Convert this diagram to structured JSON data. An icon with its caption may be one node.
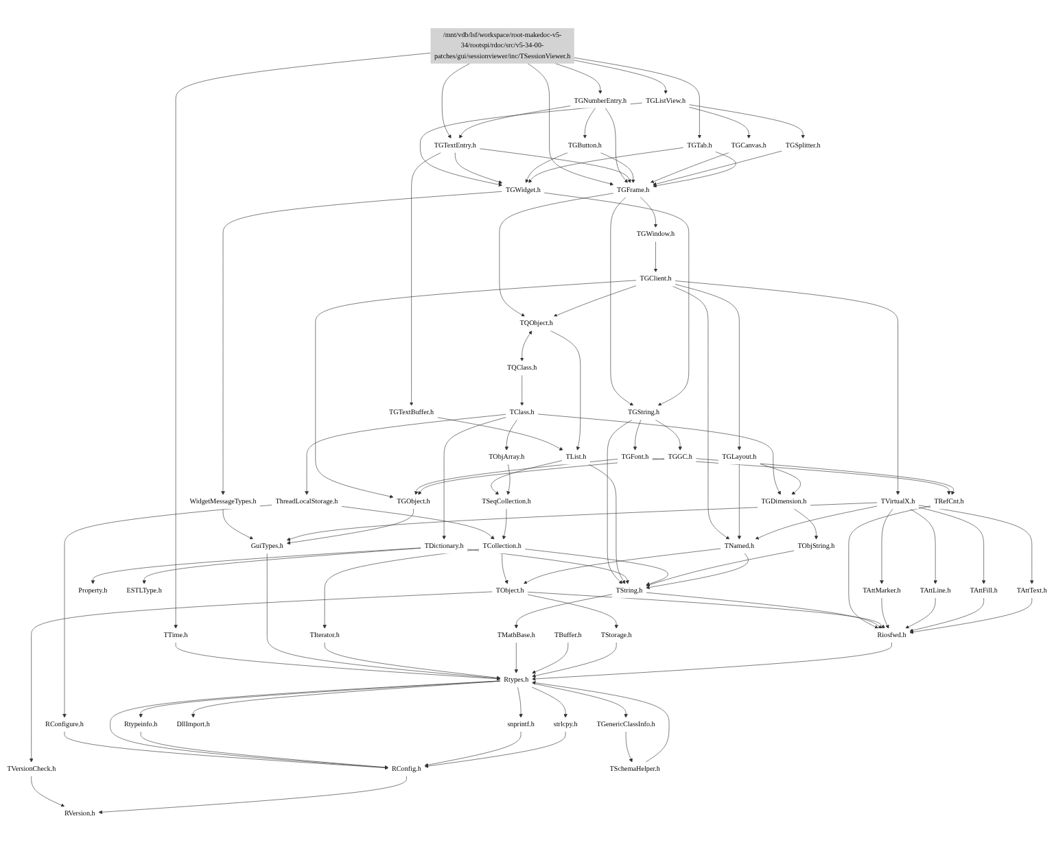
{
  "diagram": {
    "nodes": [
      {
        "text": [
          "/mnt/vdb/lsf/workspace/root-makedoc-v5-34/rootspi/rdoc/src/v5-34-00-patches/gui/sessionviewer/inc/TSessionViewer.h"
        ]
      },
      {
        "text": [
          "TGNumberEntry.h"
        ]
      },
      {
        "text": [
          "TGListView.h"
        ]
      },
      {
        "text": [
          "TGTextEntry.h"
        ]
      },
      {
        "text": [
          "TGButton.h"
        ]
      },
      {
        "text": [
          "TGCanvas.h"
        ]
      },
      {
        "text": [
          "TGSplitter.h"
        ]
      },
      {
        "text": [
          "TGTab.h"
        ]
      },
      {
        "text": [
          "TGFrame.h"
        ]
      },
      {
        "text": [
          "TGWidget.h"
        ]
      },
      {
        "text": [
          "TGTextBuffer.h"
        ]
      },
      {
        "text": [
          "TGWindow.h"
        ]
      },
      {
        "text": [
          "TTime.h"
        ]
      },
      {
        "text": [
          "TGClient.h"
        ]
      },
      {
        "text": [
          "TGString.h"
        ]
      },
      {
        "text": [
          "TQObject.h"
        ]
      },
      {
        "text": [
          "WidgetMessageTypes.h"
        ]
      },
      {
        "text": [
          "TQClass.h"
        ]
      },
      {
        "text": [
          "TClass.h"
        ]
      },
      {
        "text": [
          "TList.h"
        ]
      },
      {
        "text": [
          "TObjArray.h"
        ]
      },
      {
        "text": [
          "ThreadLocalStorage.h"
        ]
      },
      {
        "text": [
          "TGLayout.h"
        ]
      },
      {
        "text": [
          "TGFont.h"
        ]
      },
      {
        "text": [
          "TGGC.h"
        ]
      },
      {
        "text": [
          "TSeqCollection.h"
        ]
      },
      {
        "text": [
          "RConfigure.h"
        ]
      },
      {
        "text": [
          "TDictionary.h"
        ]
      },
      {
        "text": [
          "TGDimension.h"
        ]
      },
      {
        "text": [
          "TVirtualX.h"
        ]
      },
      {
        "text": [
          "TGObject.h"
        ]
      },
      {
        "text": [
          "TRefCnt.h"
        ]
      },
      {
        "text": [
          "TCollection.h"
        ]
      },
      {
        "text": [
          "Property.h"
        ]
      },
      {
        "text": [
          "ESTLType.h"
        ]
      },
      {
        "text": [
          "TObjString.h"
        ]
      },
      {
        "text": [
          "TNamed.h"
        ]
      },
      {
        "text": [
          "GuiTypes.h"
        ]
      },
      {
        "text": [
          "TString.h"
        ]
      },
      {
        "text": [
          "TObject.h"
        ]
      },
      {
        "text": [
          "TAttMarker.h"
        ]
      },
      {
        "text": [
          "TAttLine.h"
        ]
      },
      {
        "text": [
          "TAttFill.h"
        ]
      },
      {
        "text": [
          "TAttText.h"
        ]
      },
      {
        "text": [
          "TIterator.h"
        ]
      },
      {
        "text": [
          "TMathBase.h"
        ]
      },
      {
        "text": [
          "TBuffer.h"
        ]
      },
      {
        "text": [
          "TStorage.h"
        ]
      },
      {
        "text": [
          "Riosfwd.h"
        ]
      },
      {
        "text": [
          "TVersionCheck.h"
        ]
      },
      {
        "text": [
          "Rtypes.h"
        ]
      },
      {
        "text": [
          "Rtypeinfo.h"
        ]
      },
      {
        "text": [
          "snprintf.h"
        ]
      },
      {
        "text": [
          "strlcpy.h"
        ]
      },
      {
        "text": [
          "DllImport.h"
        ]
      },
      {
        "text": [
          "TGenericClassInfo.h"
        ]
      },
      {
        "text": [
          "RConfig.h"
        ]
      },
      {
        "text": [
          "TSchemaHelper.h"
        ]
      },
      {
        "text": [
          "RVersion.h"
        ]
      }
    ],
    "edges": [
      {
        "from": 0,
        "to": 1,
        "arrow": "to"
      },
      {
        "from": 0,
        "to": 2,
        "arrow": "to"
      },
      {
        "from": 0,
        "to": 3,
        "arrow": "to"
      },
      {
        "from": 0,
        "to": 8,
        "arrow": "to"
      },
      {
        "from": 0,
        "to": 7,
        "arrow": "to"
      },
      {
        "from": 0,
        "to": 12,
        "arrow": "to"
      },
      {
        "from": 1,
        "to": 3,
        "arrow": "to"
      },
      {
        "from": 1,
        "to": 4,
        "arrow": "to"
      },
      {
        "from": 1,
        "to": 8,
        "arrow": "to"
      },
      {
        "from": 2,
        "to": 5,
        "arrow": "to"
      },
      {
        "from": 2,
        "to": 6,
        "arrow": "to"
      },
      {
        "from": 2,
        "to": 9,
        "arrow": "to"
      },
      {
        "from": 3,
        "to": 8,
        "arrow": "to"
      },
      {
        "from": 3,
        "to": 10,
        "arrow": "to"
      },
      {
        "from": 3,
        "to": 9,
        "arrow": "to"
      },
      {
        "from": 4,
        "to": 8,
        "arrow": "to"
      },
      {
        "from": 4,
        "to": 9,
        "arrow": "to"
      },
      {
        "from": 5,
        "to": 8,
        "arrow": "to"
      },
      {
        "from": 6,
        "to": 8,
        "arrow": "to"
      },
      {
        "from": 7,
        "to": 8,
        "arrow": "to"
      },
      {
        "from": 7,
        "to": 9,
        "arrow": "to"
      },
      {
        "from": 8,
        "to": 11,
        "arrow": "to"
      },
      {
        "from": 8,
        "to": 14,
        "arrow": "to"
      },
      {
        "from": 8,
        "to": 15,
        "arrow": "to"
      },
      {
        "from": 9,
        "to": 14,
        "arrow": "to"
      },
      {
        "from": 9,
        "to": 16,
        "arrow": "to"
      },
      {
        "from": 10,
        "to": 19,
        "arrow": "to"
      },
      {
        "from": 11,
        "to": 13,
        "arrow": "to"
      },
      {
        "from": 12,
        "to": 50,
        "arrow": "to"
      },
      {
        "from": 13,
        "to": 15,
        "arrow": "to"
      },
      {
        "from": 13,
        "to": 22,
        "arrow": "to"
      },
      {
        "from": 13,
        "to": 29,
        "arrow": "to"
      },
      {
        "from": 13,
        "to": 30,
        "arrow": "to"
      },
      {
        "from": 13,
        "to": 36,
        "arrow": "to"
      },
      {
        "from": 14,
        "to": 23,
        "arrow": "to"
      },
      {
        "from": 14,
        "to": 24,
        "arrow": "to"
      },
      {
        "from": 14,
        "to": 38,
        "arrow": "to"
      },
      {
        "from": 15,
        "to": 17,
        "arrow": "both"
      },
      {
        "from": 15,
        "to": 19,
        "arrow": "to"
      },
      {
        "from": 16,
        "to": 37,
        "arrow": "to"
      },
      {
        "from": 17,
        "to": 18,
        "arrow": "to"
      },
      {
        "from": 18,
        "to": 20,
        "arrow": "to"
      },
      {
        "from": 18,
        "to": 21,
        "arrow": "to"
      },
      {
        "from": 18,
        "to": 27,
        "arrow": "to"
      },
      {
        "from": 18,
        "to": 28,
        "arrow": "to"
      },
      {
        "from": 19,
        "to": 25,
        "arrow": "to"
      },
      {
        "from": 19,
        "to": 38,
        "arrow": "to"
      },
      {
        "from": 20,
        "to": 25,
        "arrow": "to"
      },
      {
        "from": 21,
        "to": 26,
        "arrow": "to"
      },
      {
        "from": 21,
        "to": 32,
        "arrow": "to"
      },
      {
        "from": 22,
        "to": 28,
        "arrow": "to"
      },
      {
        "from": 22,
        "to": 36,
        "arrow": "to"
      },
      {
        "from": 23,
        "to": 30,
        "arrow": "to"
      },
      {
        "from": 23,
        "to": 31,
        "arrow": "to"
      },
      {
        "from": 24,
        "to": 30,
        "arrow": "to"
      },
      {
        "from": 24,
        "to": 31,
        "arrow": "to"
      },
      {
        "from": 25,
        "to": 32,
        "arrow": "to"
      },
      {
        "from": 26,
        "to": 56,
        "arrow": "to"
      },
      {
        "from": 27,
        "to": 33,
        "arrow": "to"
      },
      {
        "from": 27,
        "to": 34,
        "arrow": "to"
      },
      {
        "from": 27,
        "to": 38,
        "arrow": "to"
      },
      {
        "from": 28,
        "to": 35,
        "arrow": "to"
      },
      {
        "from": 29,
        "to": 36,
        "arrow": "to"
      },
      {
        "from": 29,
        "to": 37,
        "arrow": "to"
      },
      {
        "from": 29,
        "to": 40,
        "arrow": "to"
      },
      {
        "from": 29,
        "to": 41,
        "arrow": "to"
      },
      {
        "from": 29,
        "to": 42,
        "arrow": "to"
      },
      {
        "from": 29,
        "to": 43,
        "arrow": "to"
      },
      {
        "from": 30,
        "to": 37,
        "arrow": "to"
      },
      {
        "from": 31,
        "to": 48,
        "arrow": "to"
      },
      {
        "from": 32,
        "to": 38,
        "arrow": "to"
      },
      {
        "from": 32,
        "to": 39,
        "arrow": "to"
      },
      {
        "from": 32,
        "to": 44,
        "arrow": "to"
      },
      {
        "from": 35,
        "to": 38,
        "arrow": "to"
      },
      {
        "from": 36,
        "to": 38,
        "arrow": "to"
      },
      {
        "from": 36,
        "to": 39,
        "arrow": "to"
      },
      {
        "from": 37,
        "to": 50,
        "arrow": "to"
      },
      {
        "from": 38,
        "to": 45,
        "arrow": "to"
      },
      {
        "from": 38,
        "to": 48,
        "arrow": "to"
      },
      {
        "from": 39,
        "to": 47,
        "arrow": "to"
      },
      {
        "from": 39,
        "to": 48,
        "arrow": "to"
      },
      {
        "from": 39,
        "to": 49,
        "arrow": "to"
      },
      {
        "from": 40,
        "to": 48,
        "arrow": "to"
      },
      {
        "from": 41,
        "to": 48,
        "arrow": "to"
      },
      {
        "from": 42,
        "to": 48,
        "arrow": "to"
      },
      {
        "from": 43,
        "to": 48,
        "arrow": "to"
      },
      {
        "from": 44,
        "to": 50,
        "arrow": "to"
      },
      {
        "from": 45,
        "to": 50,
        "arrow": "to"
      },
      {
        "from": 46,
        "to": 50,
        "arrow": "to"
      },
      {
        "from": 47,
        "to": 50,
        "arrow": "to"
      },
      {
        "from": 48,
        "to": 50,
        "arrow": "to"
      },
      {
        "from": 49,
        "to": 58,
        "arrow": "to"
      },
      {
        "from": 50,
        "to": 51,
        "arrow": "to"
      },
      {
        "from": 50,
        "to": 52,
        "arrow": "to"
      },
      {
        "from": 50,
        "to": 53,
        "arrow": "to"
      },
      {
        "from": 50,
        "to": 54,
        "arrow": "to"
      },
      {
        "from": 50,
        "to": 55,
        "arrow": "to"
      },
      {
        "from": 50,
        "to": 56,
        "arrow": "to"
      },
      {
        "from": 51,
        "to": 56,
        "arrow": "to"
      },
      {
        "from": 52,
        "to": 56,
        "arrow": "to"
      },
      {
        "from": 53,
        "to": 56,
        "arrow": "to"
      },
      {
        "from": 55,
        "to": 57,
        "arrow": "to"
      },
      {
        "from": 57,
        "to": 50,
        "arrow": "to"
      },
      {
        "from": 56,
        "to": 58,
        "arrow": "to"
      }
    ]
  }
}
